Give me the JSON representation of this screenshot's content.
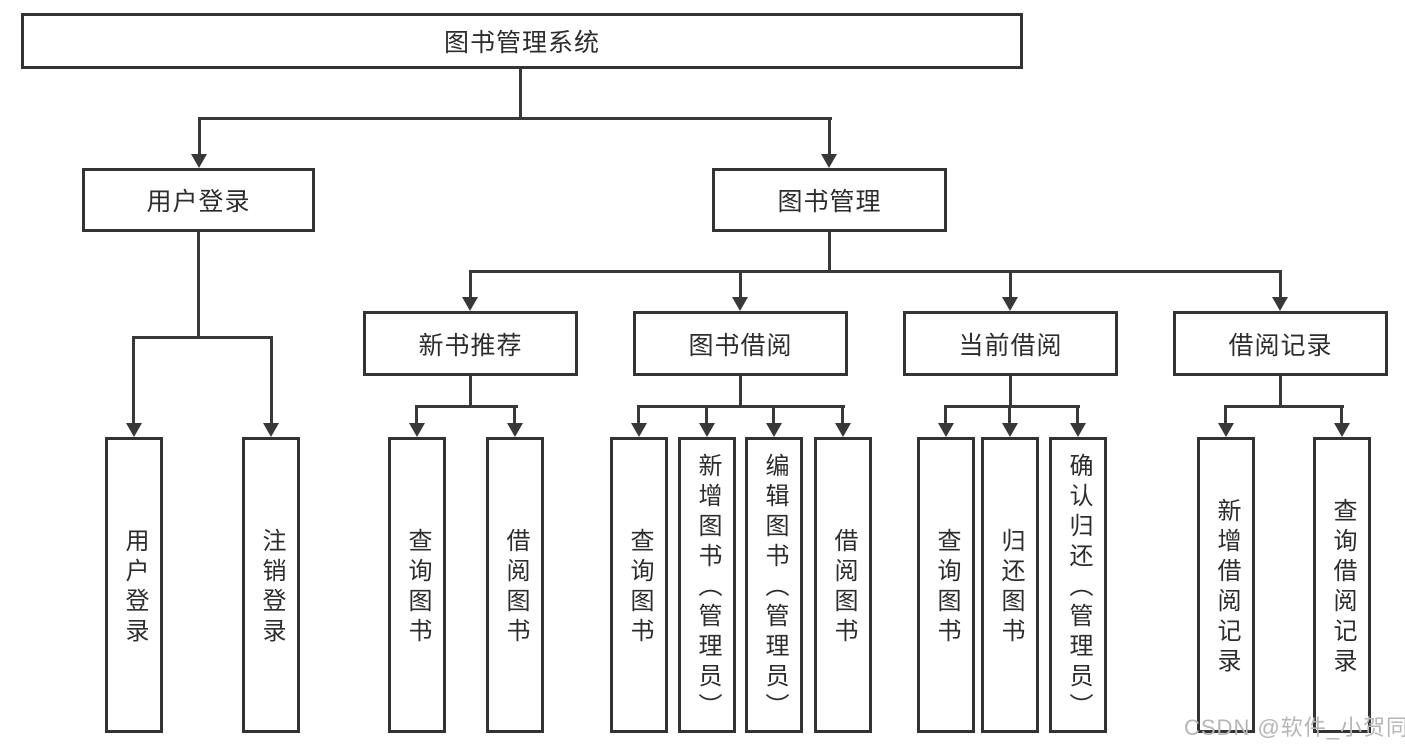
{
  "diagram": {
    "root": {
      "label": "图书管理系统"
    },
    "level2": [
      {
        "label": "用户登录"
      },
      {
        "label": "图书管理"
      }
    ],
    "level3": [
      {
        "label": "新书推荐"
      },
      {
        "label": "图书借阅"
      },
      {
        "label": "当前借阅"
      },
      {
        "label": "借阅记录"
      }
    ],
    "leaves": [
      {
        "label": "用户登录"
      },
      {
        "label": "注销登录"
      },
      {
        "label": "查询图书"
      },
      {
        "label": "借阅图书"
      },
      {
        "label": "查询图书"
      },
      {
        "label": "新增图书（管理员）"
      },
      {
        "label": "编辑图书（管理员）"
      },
      {
        "label": "借阅图书"
      },
      {
        "label": "查询图书"
      },
      {
        "label": "归还图书"
      },
      {
        "label": "确认归还（管理员）"
      },
      {
        "label": "新增借阅记录"
      },
      {
        "label": "查询借阅记录"
      }
    ],
    "watermark": "CSDN @软件_小贺同学",
    "colors": {
      "line": "#383838",
      "border": "#333333",
      "background": "#ffffff",
      "text": "#2d2d2d",
      "watermark": "#b6b6b6"
    }
  }
}
